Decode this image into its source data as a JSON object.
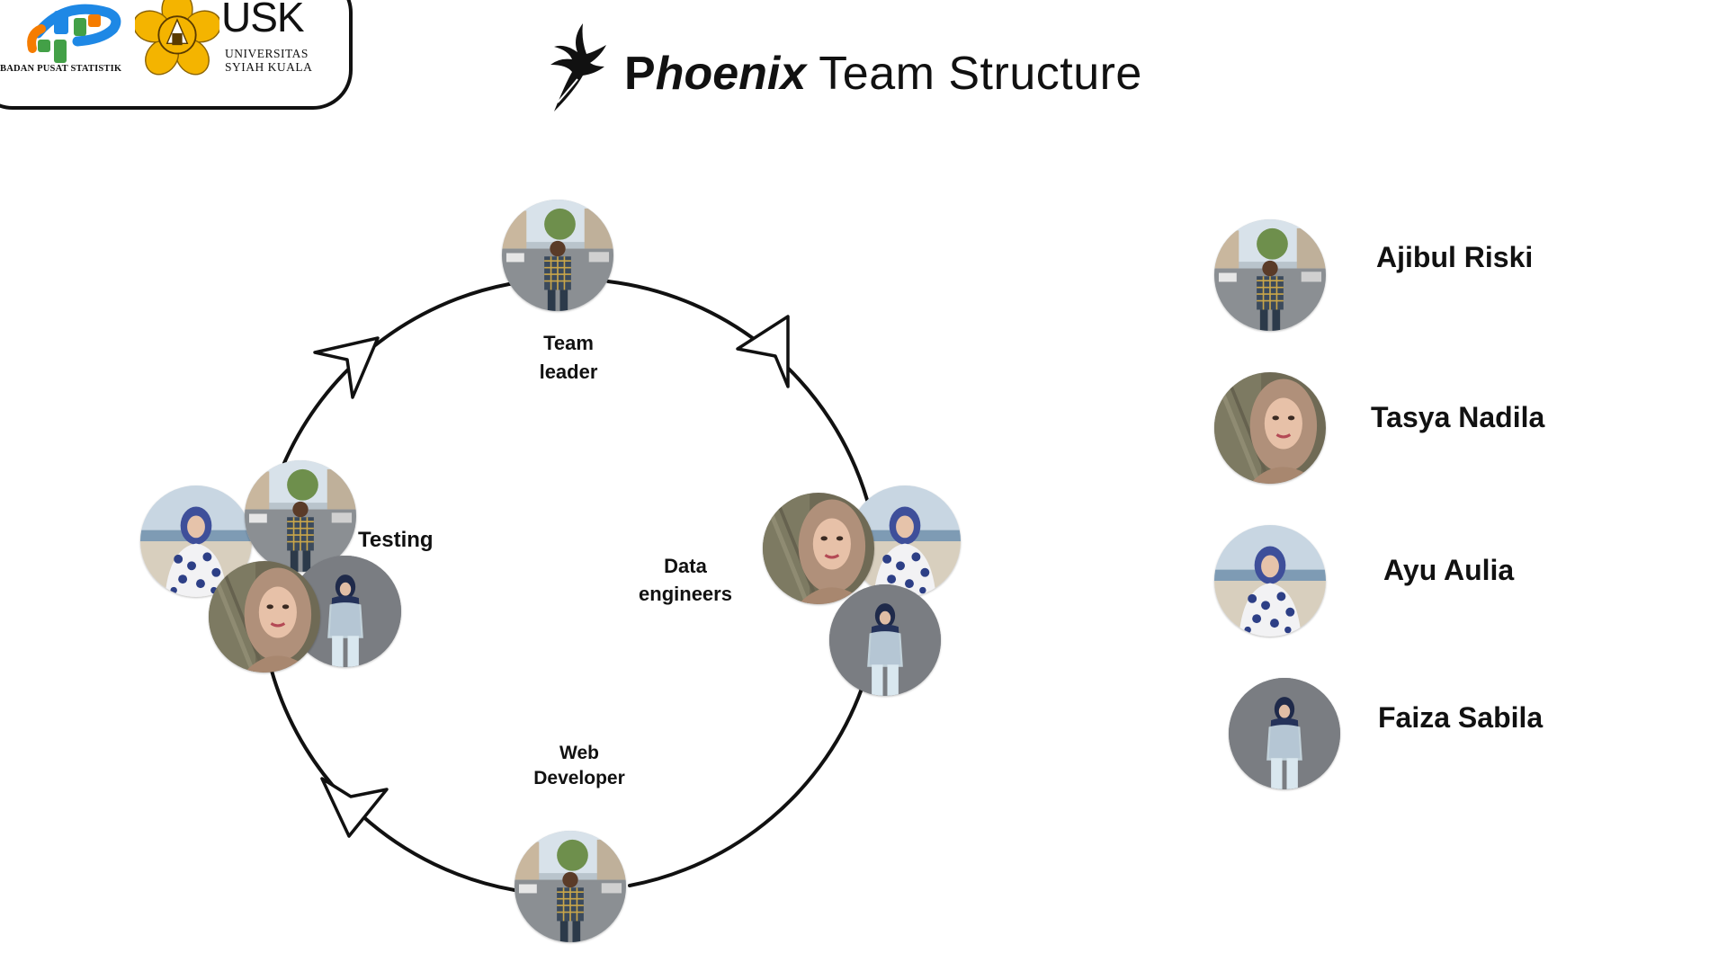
{
  "header": {
    "bps_label": "BADAN PUSAT STATISTIK",
    "usk_abbr": "USK",
    "usk_line1": "UNIVERSITAS",
    "usk_line2": "SYIAH KUALA",
    "title_p": "P",
    "title_hoenix": "hoenix",
    "title_rest": " Team Structure"
  },
  "cycle": {
    "roles": {
      "team_leader": [
        "Team",
        "leader"
      ],
      "data_engineers": [
        "Data",
        "engineers"
      ],
      "web_developer": [
        "Web",
        "Developer"
      ],
      "testing": "Testing"
    }
  },
  "members": [
    {
      "name": "Ajibul Riski",
      "photo": "avatar-male-plaid-shirt"
    },
    {
      "name": "Tasya Nadila",
      "photo": "avatar-hijab-tan"
    },
    {
      "name": "Ayu Aulia",
      "photo": "avatar-hijab-blue-beach"
    },
    {
      "name": "Faiza Sabila",
      "photo": "avatar-hijab-navy-grey-bg"
    }
  ],
  "colors": {
    "line": "#111111",
    "bps_blue": "#1E88E5",
    "bps_green": "#43A047",
    "bps_orange": "#F57C00",
    "usk_gold": "#F4B400"
  }
}
